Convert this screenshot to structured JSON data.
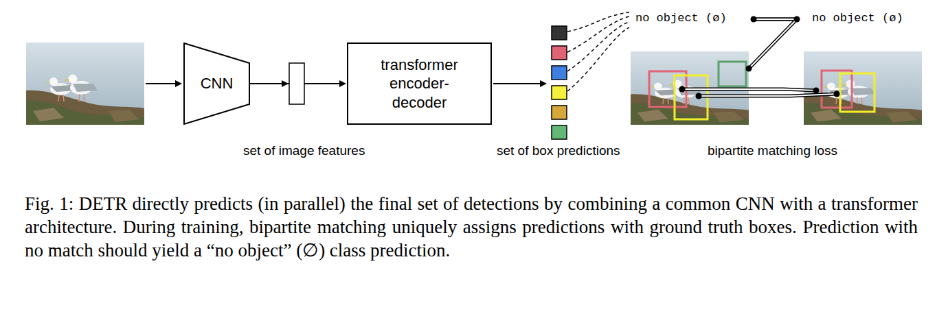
{
  "diagram": {
    "caption": "Fig. 1: DETR directly predicts (in parallel) the final set of detections by combining a common CNN with a transformer architecture. During training, bipartite matching uniquely assigns predictions with ground truth boxes. Prediction with no match should yield a “no object” (∅) class prediction.",
    "nodes": [
      {
        "text": [
          "CNN"
        ]
      },
      {
        "text": [
          "transformer encoder- decoder"
        ]
      }
    ],
    "edges": [
      {
        "from": 0,
        "to": 1,
        "arrow": "to"
      }
    ],
    "labels": [
      "set of image features",
      "set of box predictions",
      "bipartite matching loss",
      "no object (ø)",
      "no object (ø)"
    ]
  }
}
